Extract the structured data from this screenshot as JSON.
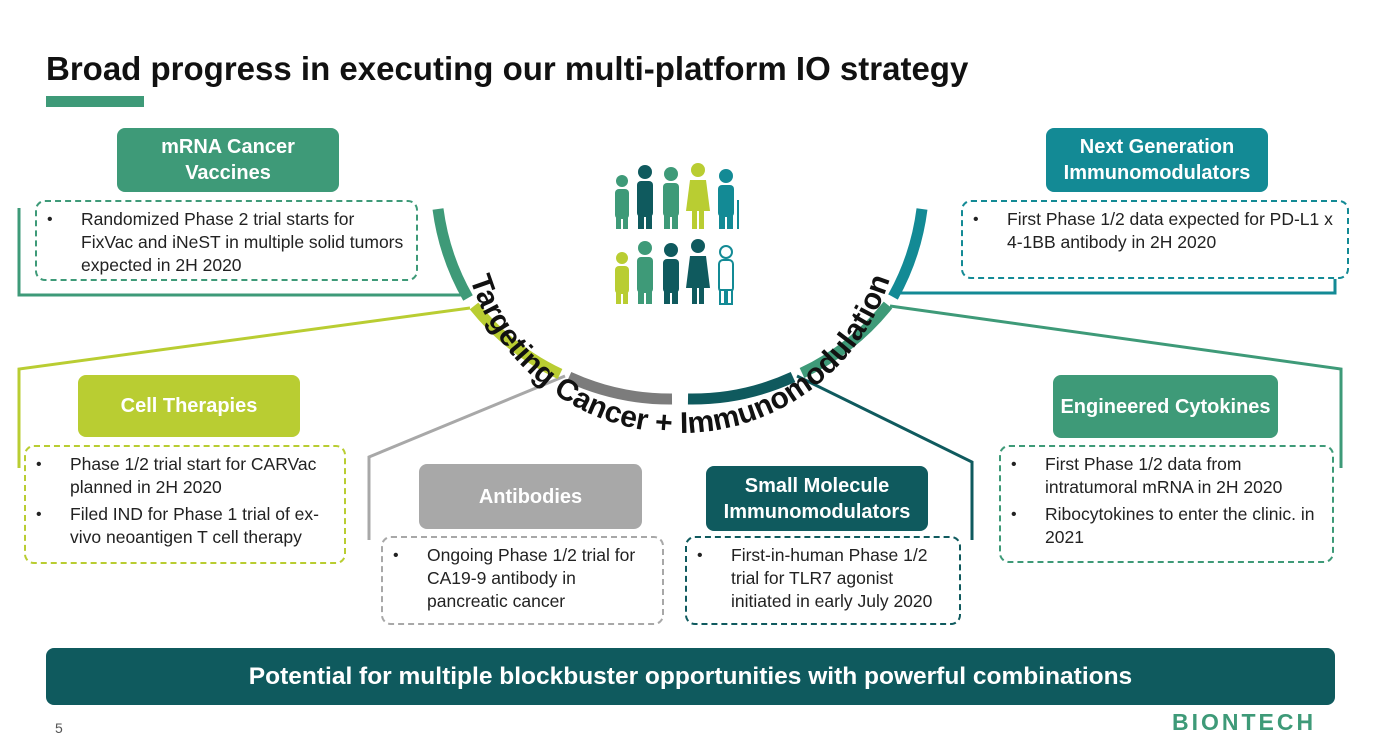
{
  "title": "Broad progress in executing our multi-platform IO strategy",
  "arc_text": "Targeting Cancer + Immunomodulation",
  "platforms": {
    "mrna": {
      "label": "mRNA Cancer Vaccines",
      "bullets": [
        "Randomized Phase 2 trial starts for FixVac and iNeST in multiple solid tumors expected in 2H 2020"
      ],
      "color": "#3e9a78"
    },
    "cell": {
      "label": "Cell Therapies",
      "bullets": [
        "Phase 1/2 trial start for CARVac planned in 2H 2020",
        "Filed IND for Phase 1 trial of ex-vivo neoantigen T cell therapy"
      ],
      "color": "#b9cd32"
    },
    "antibodies": {
      "label": "Antibodies",
      "bullets": [
        "Ongoing Phase 1/2 trial for CA19-9 antibody in pancreatic cancer"
      ],
      "color": "#a8a8a8"
    },
    "small_molecule": {
      "label": "Small Molecule Immunomodulators",
      "bullets": [
        "First-in-human Phase 1/2 trial for TLR7 agonist initiated in early July 2020"
      ],
      "color": "#0f5a5e"
    },
    "cytokines": {
      "label": "Engineered Cytokines",
      "bullets": [
        "First Phase 1/2 data from intratumoral mRNA in 2H 2020",
        "Ribocytokines to enter the clinic. in 2021"
      ],
      "color": "#3e9a78"
    },
    "next_gen": {
      "label": "Next Generation Immunomodulators",
      "bullets": [
        "First Phase 1/2 data expected for PD-L1 x 4-1BB antibody in 2H 2020"
      ],
      "color": "#138a95"
    }
  },
  "banner": "Potential for multiple blockbuster opportunities with powerful combinations",
  "page_number": "5",
  "logo_text": "BIONTECH"
}
